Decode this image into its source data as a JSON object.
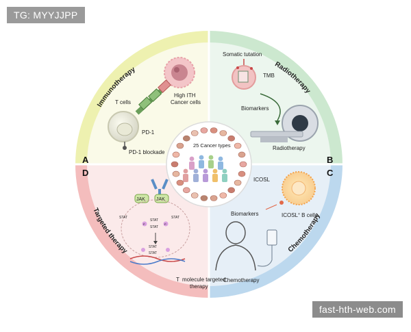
{
  "watermark": {
    "top_left": "TG: MYYJJPP",
    "bottom_right": "fast-hth-web.com"
  },
  "center": {
    "label": "25 Cancer types"
  },
  "quadrants": {
    "A": {
      "letter": "A",
      "ring_label": "Immunotherapy",
      "labels": {
        "t_cells": "T cells",
        "cancer_1": "High ITH",
        "cancer_2": "Cancer cells",
        "pd1": "PD-1",
        "pd1_blockade": "PD-1 blockade"
      }
    },
    "B": {
      "letter": "B",
      "ring_label": "Radiotherapy",
      "labels": {
        "somatic": "Somatic tutation",
        "tmb": "TMB",
        "biomarkers": "Biomarkers",
        "radiotherapy": "Radiotherapy"
      }
    },
    "C": {
      "letter": "C",
      "ring_label": "Chemotherapy",
      "labels": {
        "icosl": "ICOSL",
        "biomarkers": "Biomarkers",
        "icosl_b": "ICOSL",
        "icosl_b_sup": "+",
        "icosl_b_rest": " B cells",
        "chemotherapy": "Chemotherapy"
      }
    },
    "D": {
      "letter": "D",
      "ring_label": "Targeted therapy",
      "labels": {
        "jak1": "JAK",
        "jak2": "JAK",
        "stat_left": "STAT",
        "stat_mid": "STAT",
        "stat_right": "STAT",
        "stat_mid2": "STAT",
        "stat_bottom1": "STAT",
        "stat_bottom2": "STAT",
        "p": "P",
        "small_molecule_1": "molecule targeted",
        "small_molecule_2": "therapy",
        "small_molecule_prefix": "T"
      }
    }
  },
  "colors": {
    "immuno": "#f4f0c4",
    "radio": "#dcefe0",
    "chemo": "#d7e6f1",
    "targeted": "#f6dcdc",
    "ring_immuno": "#eef0a6",
    "ring_radio": "#c6e6c8",
    "ring_chemo": "#b9d5eb",
    "ring_targeted": "#f2b9b9"
  }
}
